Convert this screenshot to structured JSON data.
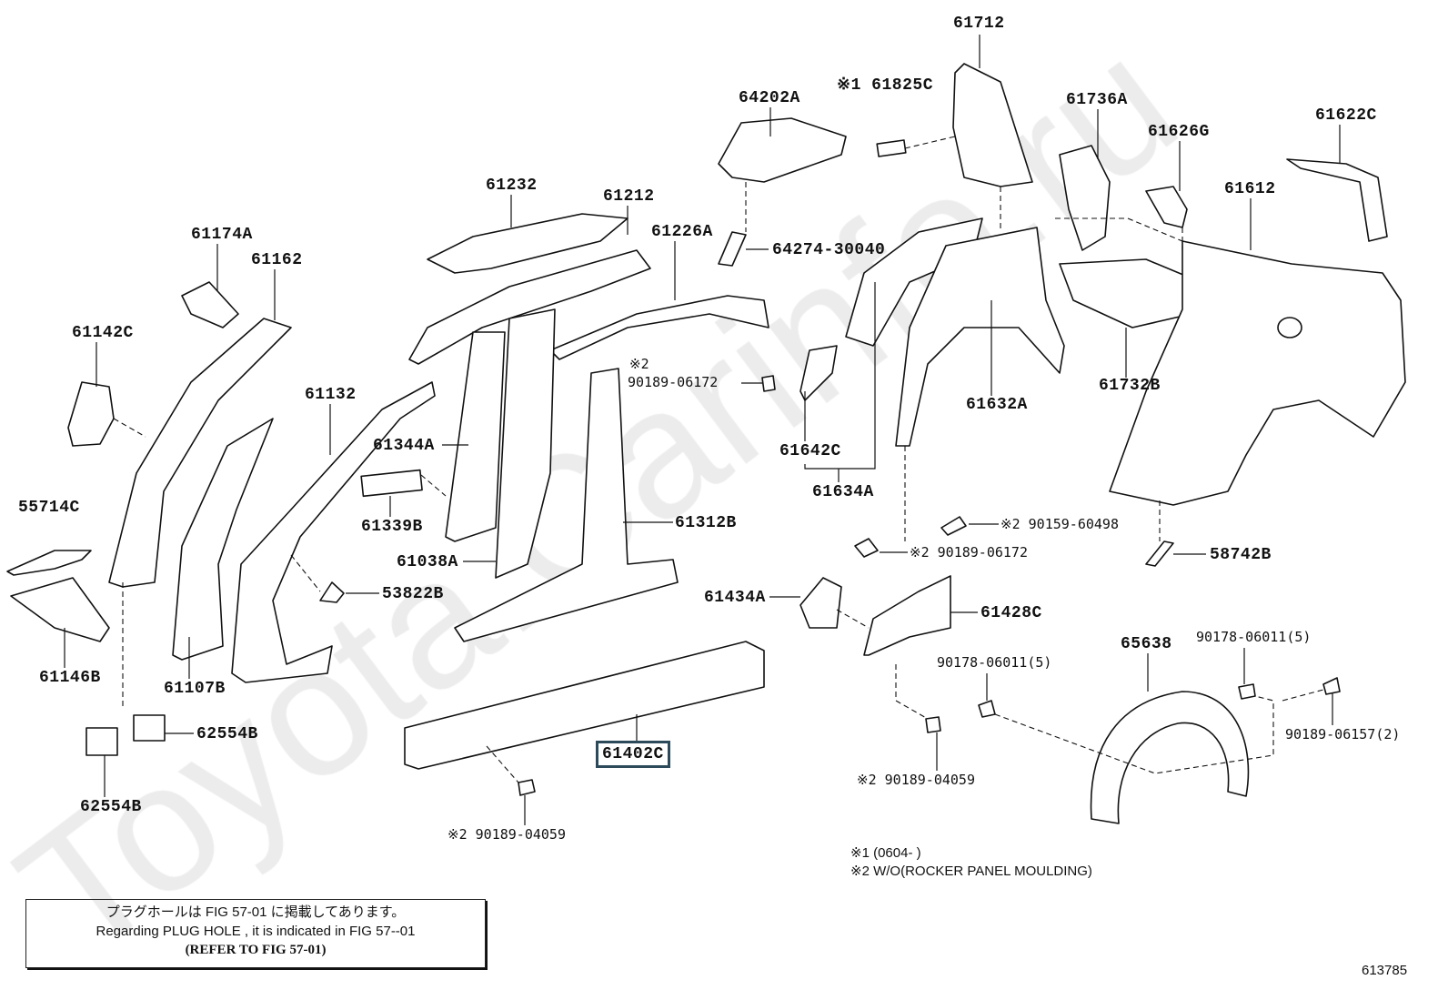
{
  "watermark": "Toyota.Carinfo.ru",
  "parts": {
    "p61712": "61712",
    "p61825c": "※1 61825C",
    "p64202a": "64202A",
    "p61736a": "61736A",
    "p61622c": "61622C",
    "p61626g": "61626G",
    "p61612": "61612",
    "p61232": "61232",
    "p61212": "61212",
    "p61226a": "61226A",
    "p61174a": "61174A",
    "p61162": "61162",
    "p64274": "64274-30040",
    "p61142c": "61142C",
    "p90189_06172_a_mark": "※2",
    "p90189_06172_a": "90189-06172",
    "p61132": "61132",
    "p61632a": "61632A",
    "p61732b": "61732B",
    "p61344a": "61344A",
    "p61642c": "61642C",
    "p61634a": "61634A",
    "p55714c": "55714C",
    "p61339b": "61339B",
    "p61312b": "61312B",
    "p90159": "※2 90159-60498",
    "p61038a": "61038A",
    "p90189_06172_b": "※2 90189-06172",
    "p58742b": "58742B",
    "p53822b": "53822B",
    "p61434a": "61434A",
    "p61428c": "61428C",
    "p90178_a": "90178-06011(5)",
    "p65638": "65638",
    "p90178_b": "90178-06011(5)",
    "p61146b": "61146B",
    "p61107b": "61107B",
    "p62554b_a": "62554B",
    "p90189_06157": "90189-06157(2)",
    "p61402c": "61402C",
    "p90189_04059_a": "※2 90189-04059",
    "p62554b_b": "62554B",
    "p90189_04059_b": "※2 90189-04059"
  },
  "highlighted_part": "61402C",
  "footnotes": [
    "※1 (0604-       )",
    "※2 W/O(ROCKER PANEL MOULDING)"
  ],
  "note": {
    "jp": "プラグホールは FIG 57-01 に掲載してあります。",
    "en": "Regarding  PLUG  HOLE , it is indicated in FIG  57--01",
    "refer": "(REFER TO FIG 57-01)"
  },
  "figure_id": "613785",
  "colors": {
    "highlight_border": "#2d4a5a",
    "line": "#111111"
  }
}
